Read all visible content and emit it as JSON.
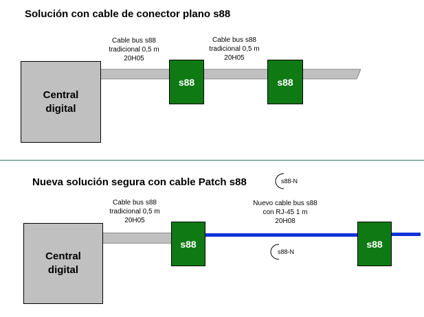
{
  "top": {
    "title": "Solución  con cable de conector plano s88",
    "central": {
      "line1": "Central",
      "line2": "digital"
    },
    "cable_label_1": {
      "line1": "Cable bus s88",
      "line2": "tradicional 0,5 m",
      "line3": "20H05"
    },
    "cable_label_2": {
      "line1": "Cable bus s88",
      "line2": "tradicional 0,5 m",
      "line3": "20H05"
    },
    "module_1": "s88",
    "module_2": "s88"
  },
  "bottom": {
    "title": "Nueva solución segura con cable Patch s88",
    "logo_text": "s88-N",
    "central": {
      "line1": "Central",
      "line2": "digital"
    },
    "cable_label_1": {
      "line1": "Cable bus s88",
      "line2": "tradicional 0,5 m",
      "line3": "20H05"
    },
    "cable_label_2": {
      "line1": "Nuevo cable bus s88",
      "line2": "con RJ-45  1 m",
      "line3": "20H08"
    },
    "module_1": "s88",
    "module_2": "s88",
    "logo_text_2": "s88-N"
  },
  "colors": {
    "module_green": "#0f7a14",
    "central_grey": "#c0c0c0",
    "ribbon_grey": "#c0c0c0",
    "patch_blue": "#1033d6",
    "divider": "#2e7d5b"
  }
}
